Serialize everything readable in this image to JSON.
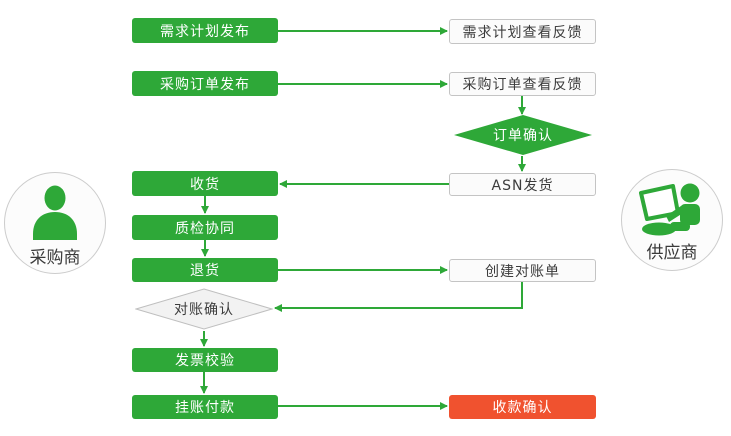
{
  "diagram": {
    "actors": {
      "buyer": {
        "label": "采购商"
      },
      "supplier": {
        "label": "供应商"
      }
    },
    "nodes": {
      "demand_plan_publish": {
        "label": "需求计划发布",
        "style": "green-process"
      },
      "demand_plan_feedback": {
        "label": "需求计划查看反馈",
        "style": "plain-process"
      },
      "po_publish": {
        "label": "采购订单发布",
        "style": "green-process"
      },
      "po_feedback": {
        "label": "采购订单查看反馈",
        "style": "plain-process"
      },
      "order_confirm": {
        "label": "订单确认",
        "style": "green-diamond"
      },
      "receive_goods": {
        "label": "收货",
        "style": "green-process"
      },
      "asn_ship": {
        "label": "ASN发货",
        "style": "plain-process"
      },
      "quality_collab": {
        "label": "质检协同",
        "style": "green-process"
      },
      "return_goods": {
        "label": "退货",
        "style": "green-process"
      },
      "create_statement": {
        "label": "创建对账单",
        "style": "plain-process"
      },
      "statement_confirm": {
        "label": "对账确认",
        "style": "gray-diamond"
      },
      "invoice_check": {
        "label": "发票校验",
        "style": "green-process"
      },
      "payment_on_account": {
        "label": "挂账付款",
        "style": "green-process"
      },
      "receipt_confirm": {
        "label": "收款确认",
        "style": "red-process"
      }
    },
    "edges": [
      {
        "from": "demand_plan_publish",
        "to": "demand_plan_feedback"
      },
      {
        "from": "po_publish",
        "to": "po_feedback"
      },
      {
        "from": "po_feedback",
        "to": "order_confirm"
      },
      {
        "from": "order_confirm",
        "to": "asn_ship"
      },
      {
        "from": "asn_ship",
        "to": "receive_goods"
      },
      {
        "from": "receive_goods",
        "to": "quality_collab"
      },
      {
        "from": "quality_collab",
        "to": "return_goods"
      },
      {
        "from": "return_goods",
        "to": "create_statement"
      },
      {
        "from": "create_statement",
        "to": "statement_confirm"
      },
      {
        "from": "statement_confirm",
        "to": "invoice_check"
      },
      {
        "from": "invoice_check",
        "to": "payment_on_account"
      },
      {
        "from": "payment_on_account",
        "to": "receipt_confirm"
      }
    ],
    "colors": {
      "green": "#2ea838",
      "red": "#f0522f",
      "plain_fill": "#fbfbfb",
      "plain_border": "#c4c4c4",
      "diamond_gray_fill": "#f2f2f2",
      "diamond_gray_border": "#bfbfbf",
      "text_dark": "#3c3c3c",
      "text_light": "#ffffff"
    }
  }
}
